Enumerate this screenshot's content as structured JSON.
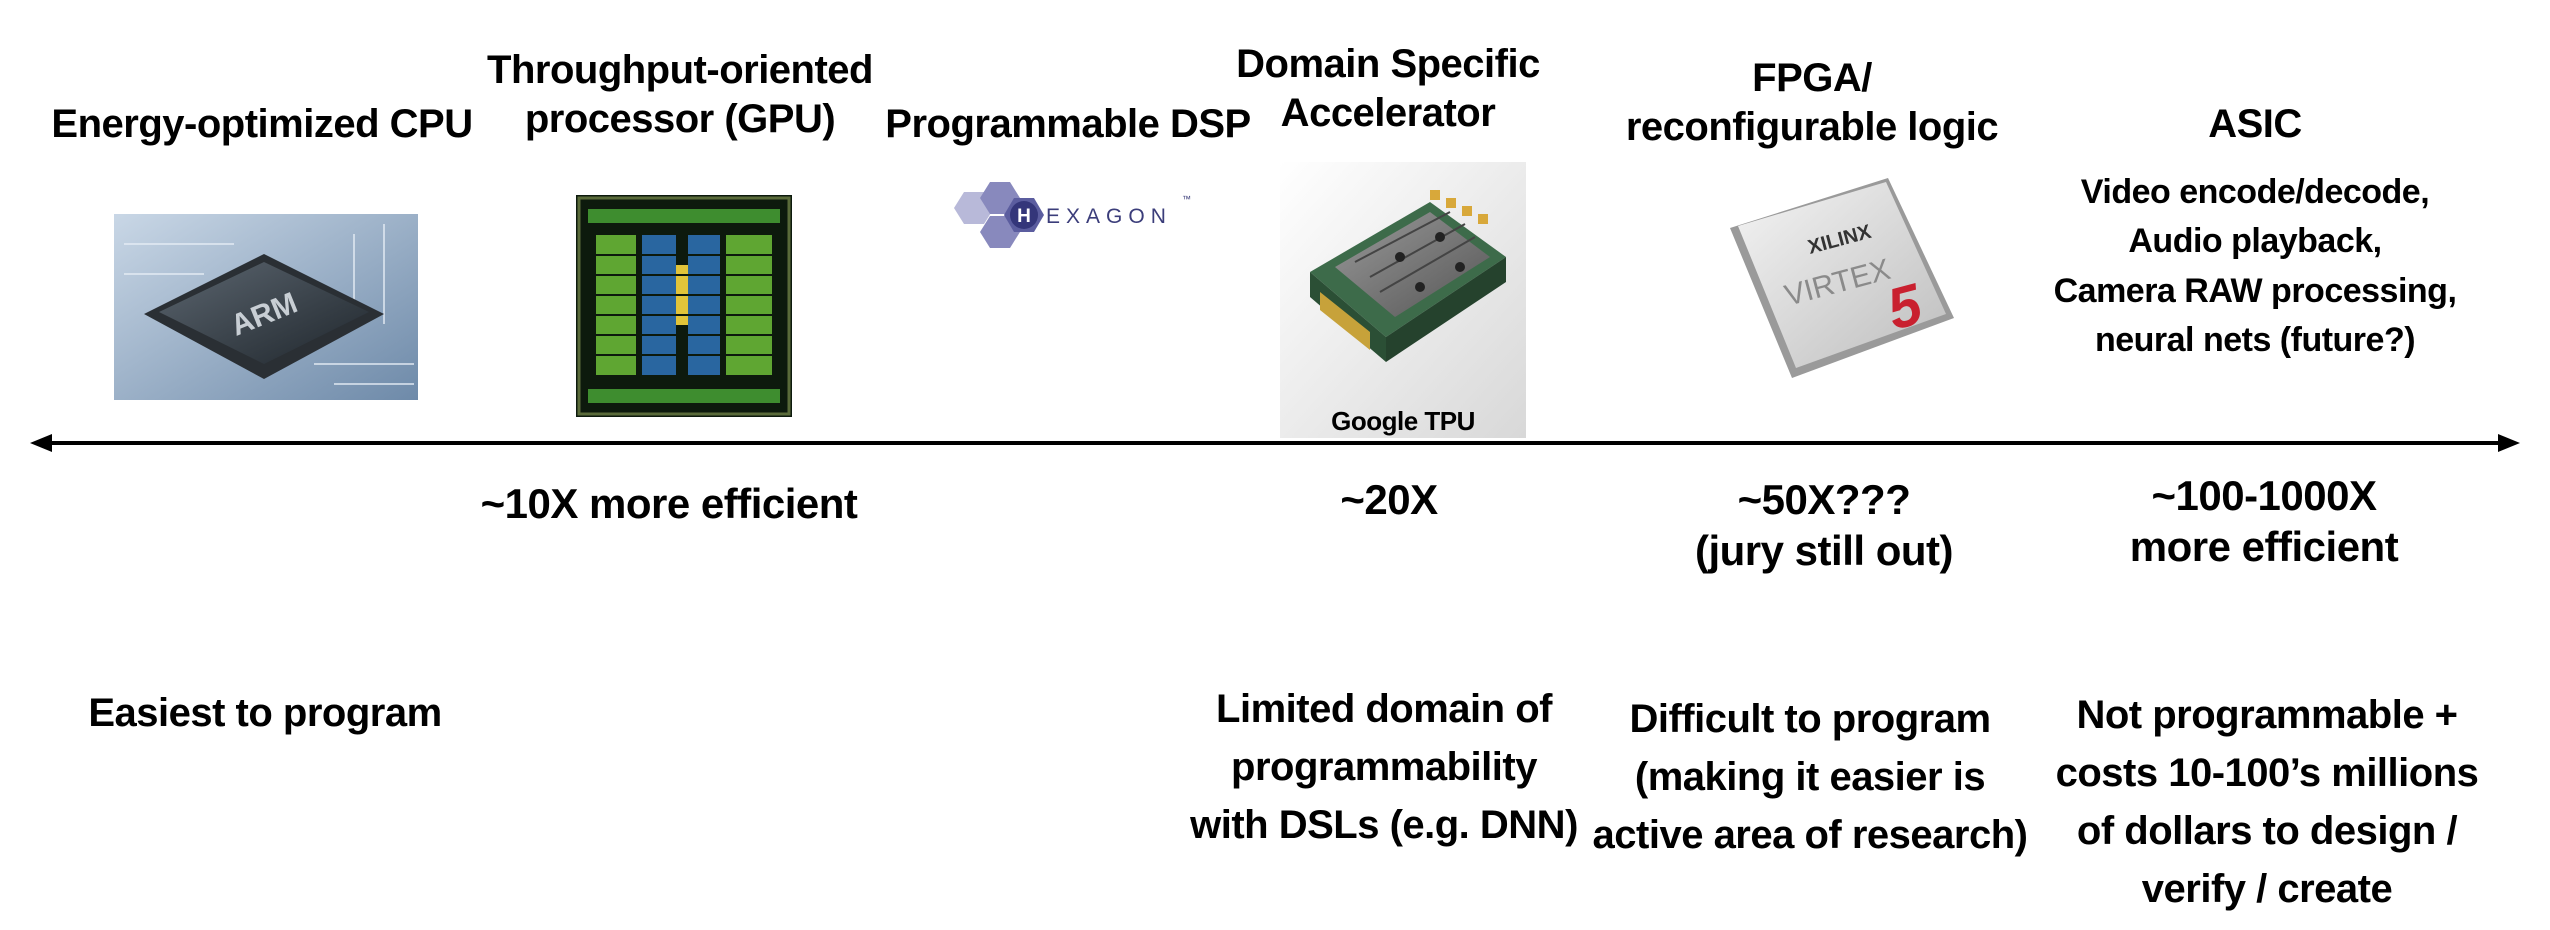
{
  "columns": [
    {
      "title": "Energy-optimized CPU",
      "bottom": "Easiest to program"
    },
    {
      "title": "Throughput-oriented processor (GPU)",
      "title_l1": "Throughput-oriented",
      "title_l2": "processor (GPU)",
      "efficiency": "~10X more efficient"
    },
    {
      "title": "Programmable DSP",
      "logo_text": "EXAGON",
      "logo_letter": "H",
      "logo_tm": "™"
    },
    {
      "title_l1": "Domain Specific",
      "title_l2": "Accelerator",
      "image_caption": "Google TPU",
      "efficiency": "~20X",
      "bottom_l1": "Limited domain of",
      "bottom_l2": "programmability",
      "bottom_l3": "with DSLs (e.g. DNN)"
    },
    {
      "title_l1": "FPGA/",
      "title_l2": "reconfigurable logic",
      "chip_brand": "XILINX",
      "chip_model": "VIRTEX",
      "chip_num": "5",
      "efficiency_l1": "~50X???",
      "efficiency_l2": "(jury still out)",
      "bottom_l1": "Difficult to program",
      "bottom_l2": "(making it easier is",
      "bottom_l3": "active area of research)"
    },
    {
      "title": "ASIC",
      "sub_l1": "Video encode/decode,",
      "sub_l2": "Audio playback,",
      "sub_l3": "Camera RAW processing,",
      "sub_l4": "neural nets (future?)",
      "efficiency_l1": "~100-1000X",
      "efficiency_l2": "more efficient",
      "bottom_l1": "Not programmable +",
      "bottom_l2": "costs 10-100’s millions",
      "bottom_l3": "of dollars to design /",
      "bottom_l4": "verify / create"
    }
  ],
  "cpu_chip_label": "ARM",
  "colors": {
    "text": "#000000",
    "gpu_green": "#3e8d2f",
    "hexagon": "#5b5d9f",
    "xilinx_red": "#c9202f"
  }
}
